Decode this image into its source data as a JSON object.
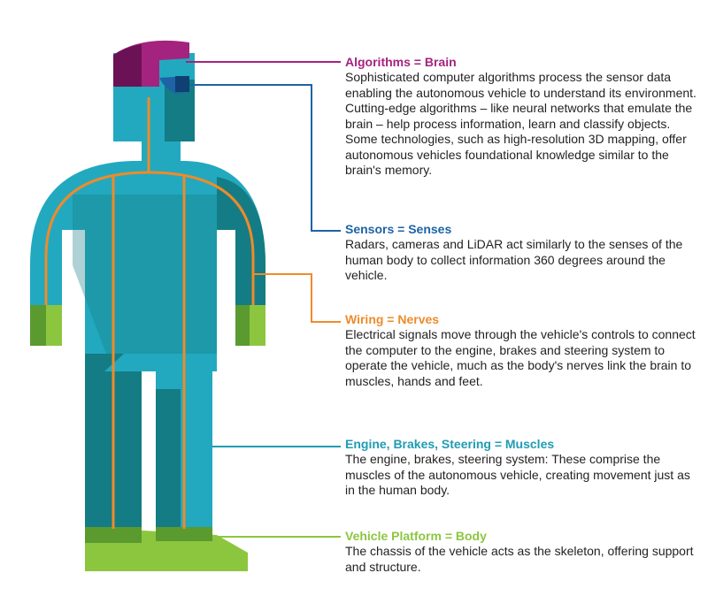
{
  "sections": [
    {
      "id": "brain",
      "title": "Algorithms = Brain",
      "body": "Sophisticated computer algorithms process the sensor data enabling the autonomous vehicle to understand its environment. Cutting-edge algorithms – like neural networks that emulate the brain – help process information, learn and classify objects. Some technologies, such as high-resolution 3D mapping, offer autonomous vehicles foundational knowledge similar to the brain's memory.",
      "color": "#a4237e"
    },
    {
      "id": "senses",
      "title": "Sensors = Senses",
      "body": "Radars, cameras and LiDAR act similarly to the senses of the human body to collect information 360 degrees around the vehicle.",
      "color": "#1d63a6"
    },
    {
      "id": "nerves",
      "title": "Wiring = Nerves",
      "body": "Electrical signals move through the vehicle's controls to connect the computer to the engine, brakes and steering system to operate the vehicle, much as the body's nerves link the brain to muscles, hands and feet.",
      "color": "#ee8b2b"
    },
    {
      "id": "muscles",
      "title": "Engine, Brakes, Steering = Muscles",
      "body": "The engine, brakes, steering system: These comprise the muscles of the autonomous vehicle, creating movement just as in the human body.",
      "color": "#1f9cb2"
    },
    {
      "id": "body",
      "title": "Vehicle Platform = Body",
      "body": "The chassis of the vehicle acts as the skeleton, offering support and structure.",
      "color": "#8cc63f"
    }
  ],
  "colors": {
    "teal": "#22a9bf",
    "teal_dark": "#147c84",
    "hair": "#a4237e",
    "hair_dark": "#6b1256",
    "eye": "#1d63a6",
    "wire": "#ee8b2b",
    "green": "#8cc63f",
    "green_dark": "#5a9a2f"
  },
  "icons": [
    "human-figure-illustration",
    "eye-sensor-icon"
  ]
}
